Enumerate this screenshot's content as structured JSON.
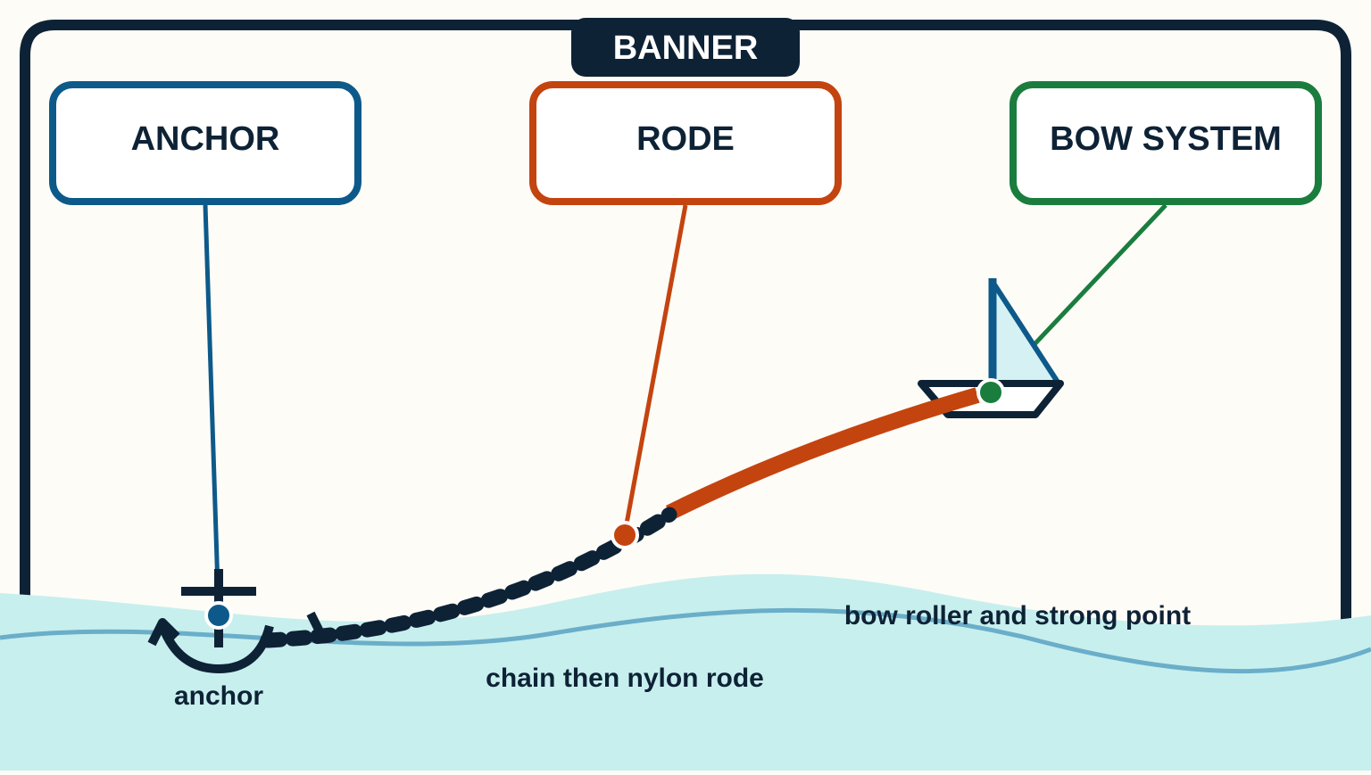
{
  "banner": {
    "text": "BANNER"
  },
  "callouts": [
    {
      "id": "anchor",
      "label": "ANCHOR",
      "color": "#0d5a8a"
    },
    {
      "id": "rode",
      "label": "RODE",
      "color": "#c4440f"
    },
    {
      "id": "bow",
      "label": "BOW SYSTEM",
      "color": "#1a7d3e"
    }
  ],
  "labels": {
    "anchor": "anchor",
    "rode": "chain then nylon rode",
    "bow": "bow roller and strong point"
  },
  "colors": {
    "background": "#fdfcf7",
    "frame": "#0e2236",
    "water": "#c7efee",
    "wave_line": "#6aaec9",
    "chain": "#0e2236",
    "nylon": "#c4440f",
    "sail_fill": "#d6f1f4",
    "mast": "#0d5a8a"
  }
}
